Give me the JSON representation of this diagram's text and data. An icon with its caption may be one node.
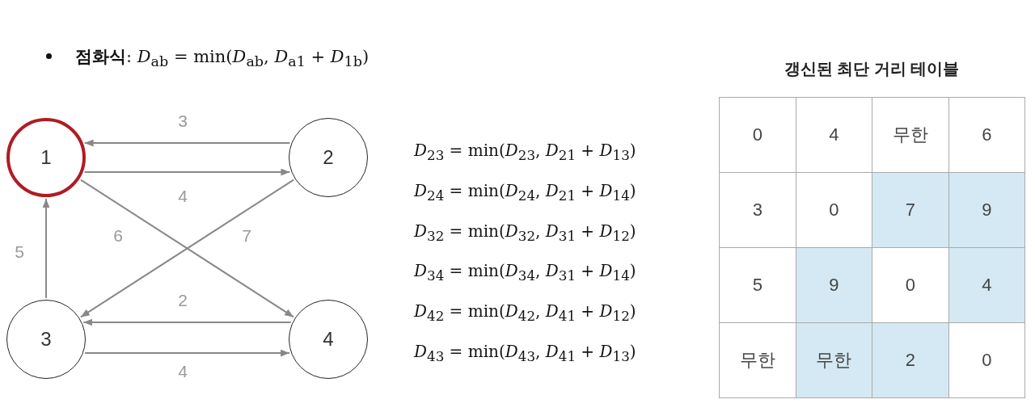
{
  "diagram": {
    "nodes": [
      {
        "text": [
          "1"
        ]
      },
      {
        "text": [
          "2"
        ]
      },
      {
        "text": [
          "3"
        ]
      },
      {
        "text": [
          "4"
        ]
      }
    ],
    "edges": [
      {
        "from": 1,
        "to": 0,
        "arrow": "to",
        "label": "3"
      },
      {
        "from": 0,
        "to": 1,
        "arrow": "to",
        "label": "4"
      },
      {
        "from": 0,
        "to": 3,
        "arrow": "to",
        "label": "6"
      },
      {
        "from": 1,
        "to": 2,
        "arrow": "to",
        "label": "7"
      },
      {
        "from": 2,
        "to": 0,
        "arrow": "to",
        "label": "5"
      },
      {
        "from": 3,
        "to": 2,
        "arrow": "to",
        "label": "2"
      },
      {
        "from": 2,
        "to": 3,
        "arrow": "to",
        "label": "4"
      }
    ],
    "labels": [
      "**점화식**: *D*$_{ab}$ = min(*D*$_{ab}$, *D*$_{a1}$ + *D*$_{1b}$)",
      "*D*$_{23}$ = min(*D*$_{23}$, *D*$_{21}$ + *D*$_{13}$)",
      "*D*$_{24}$ = min(*D*$_{24}$, *D*$_{21}$ + *D*$_{14}$)",
      "*D*$_{32}$ = min(*D*$_{32}$, *D*$_{31}$ + *D*$_{12}$)",
      "*D*$_{34}$ = min(*D*$_{34}$, *D*$_{31}$ + *D*$_{14}$)",
      "*D*$_{42}$ = min(*D*$_{42}$, *D*$_{41}$ + *D*$_{12}$)",
      "*D*$_{43}$ = min(*D*$_{43}$, *D*$_{41}$ + *D*$_{13}$)",
      "갱신된 최단 거리 테이블",
      "0",
      "4",
      "무한",
      "6",
      "3",
      "0",
      "7",
      "9",
      "5",
      "9",
      "0",
      "4",
      "무한",
      "무한",
      "2",
      "0"
    ]
  }
}
